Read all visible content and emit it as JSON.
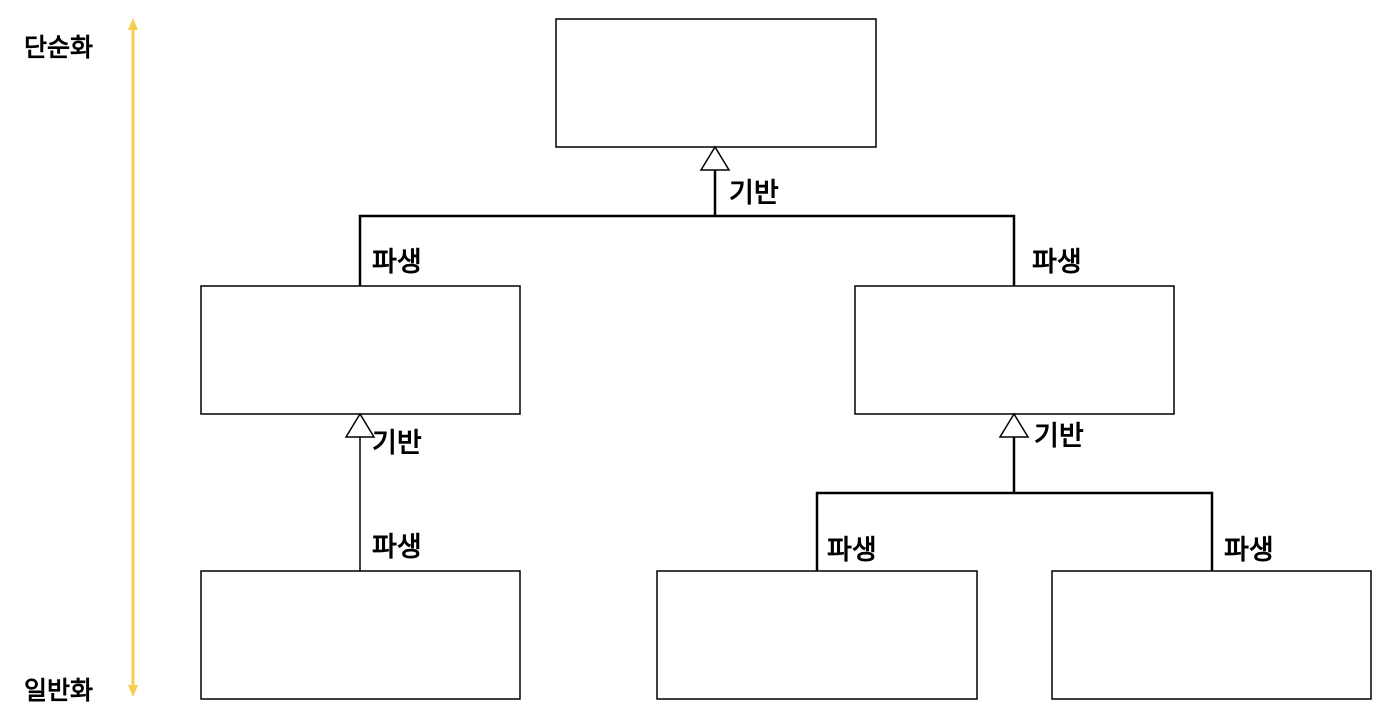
{
  "axis": {
    "top_label": "단순화",
    "bottom_label": "일반화",
    "color": "#F5CE4E"
  },
  "links": {
    "root": {
      "base_label": "기반",
      "derived_left_label": "파생",
      "derived_right_label": "파생"
    },
    "left": {
      "base_label": "기반",
      "derived_label": "파생"
    },
    "right": {
      "base_label": "기반",
      "derived_left_label": "파생",
      "derived_right_label": "파생"
    }
  }
}
